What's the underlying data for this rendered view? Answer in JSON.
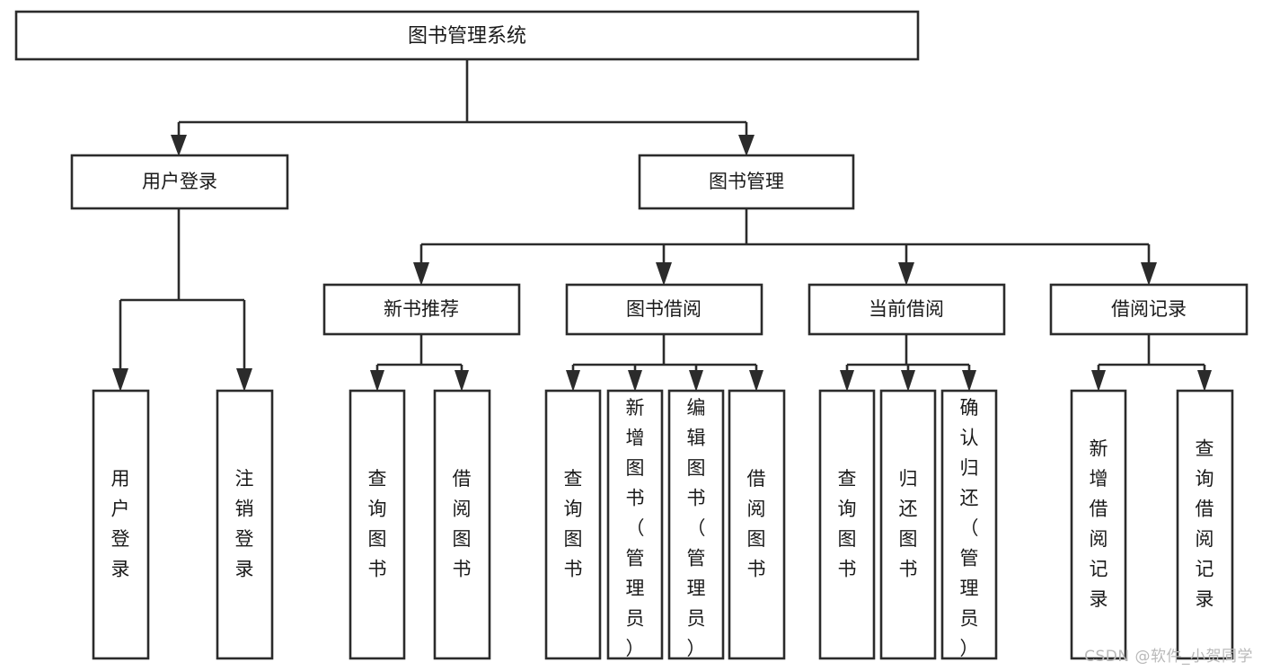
{
  "diagram": {
    "type": "tree",
    "title": "图书管理系统",
    "orientation": "top-down",
    "leaf_text_orientation": "vertical",
    "colors": {
      "background": "#ffffff",
      "stroke": "#2b2b2b",
      "node_fill": "#ffffff",
      "text": "#1a1a1a",
      "watermark": "#b9b9b9"
    },
    "root": {
      "id": "root",
      "label": "图书管理系统"
    },
    "level2": [
      {
        "id": "user-login",
        "label": "用户登录"
      },
      {
        "id": "book-manage",
        "label": "图书管理"
      }
    ],
    "level3": [
      {
        "id": "new-book-recommend",
        "label": "新书推荐",
        "parent": "book-manage"
      },
      {
        "id": "book-borrow",
        "label": "图书借阅",
        "parent": "book-manage"
      },
      {
        "id": "current-borrow",
        "label": "当前借阅",
        "parent": "book-manage"
      },
      {
        "id": "borrow-record",
        "label": "借阅记录",
        "parent": "book-manage"
      }
    ],
    "leaves": {
      "user-login": [
        {
          "id": "leaf-user-login",
          "label": "用户登录"
        },
        {
          "id": "leaf-user-logout",
          "label": "注销登录"
        }
      ],
      "new-book-recommend": [
        {
          "id": "leaf-query-book-1",
          "label": "查询图书"
        },
        {
          "id": "leaf-borrow-book-1",
          "label": "借阅图书"
        }
      ],
      "book-borrow": [
        {
          "id": "leaf-query-book-2",
          "label": "查询图书"
        },
        {
          "id": "leaf-add-book",
          "label": "新增图书（管理员）"
        },
        {
          "id": "leaf-edit-book",
          "label": "编辑图书（管理员）"
        },
        {
          "id": "leaf-borrow-book-2",
          "label": "借阅图书"
        }
      ],
      "current-borrow": [
        {
          "id": "leaf-query-book-3",
          "label": "查询图书"
        },
        {
          "id": "leaf-return-book",
          "label": "归还图书"
        },
        {
          "id": "leaf-confirm-return",
          "label": "确认归还（管理员）"
        }
      ],
      "borrow-record": [
        {
          "id": "leaf-add-record",
          "label": "新增借阅记录"
        },
        {
          "id": "leaf-query-record",
          "label": "查询借阅记录"
        }
      ]
    }
  },
  "watermark": {
    "text": "CSDN @软件_小贺同学"
  }
}
